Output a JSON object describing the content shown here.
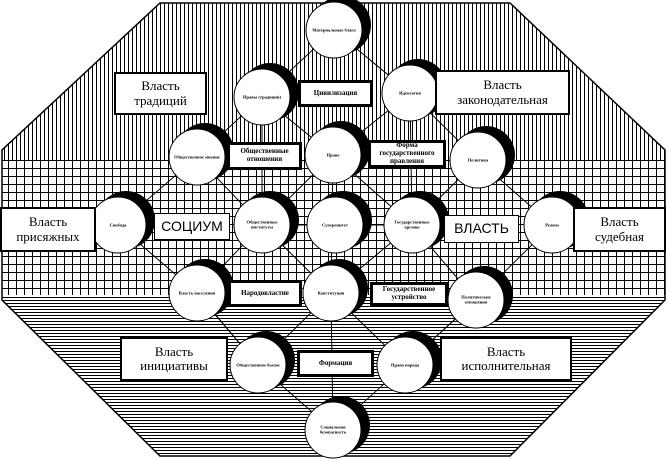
{
  "circles": [
    "Материальные блага",
    "Нравы (традиции)",
    "Идеология",
    "Общественное мнение",
    "Право",
    "Политика",
    "Свобода",
    "Общественные институты",
    "Суверенитет",
    "Государственные органы",
    "Режим",
    "Власть населения",
    "Конституция",
    "Политические отношения",
    "Общественное бытие",
    "Право народа",
    "Социальная безопасность"
  ],
  "boxes": {
    "tradition": "Власть традиций",
    "civilization": "Цивилизация",
    "legislative": "Власть законодательная",
    "social_relations": "Общественные отношения",
    "government_form": "Форма государственного правления",
    "jury": "Власть присяжных",
    "society": "СОЦИУМ",
    "power": "ВЛАСТЬ",
    "judicial": "Власть судебная",
    "democracy": "Народовластие",
    "state_structure": "Государственное устройство",
    "initiative": "Власть инициативы",
    "formation": "Формация",
    "executive": "Власть исполнительная"
  }
}
